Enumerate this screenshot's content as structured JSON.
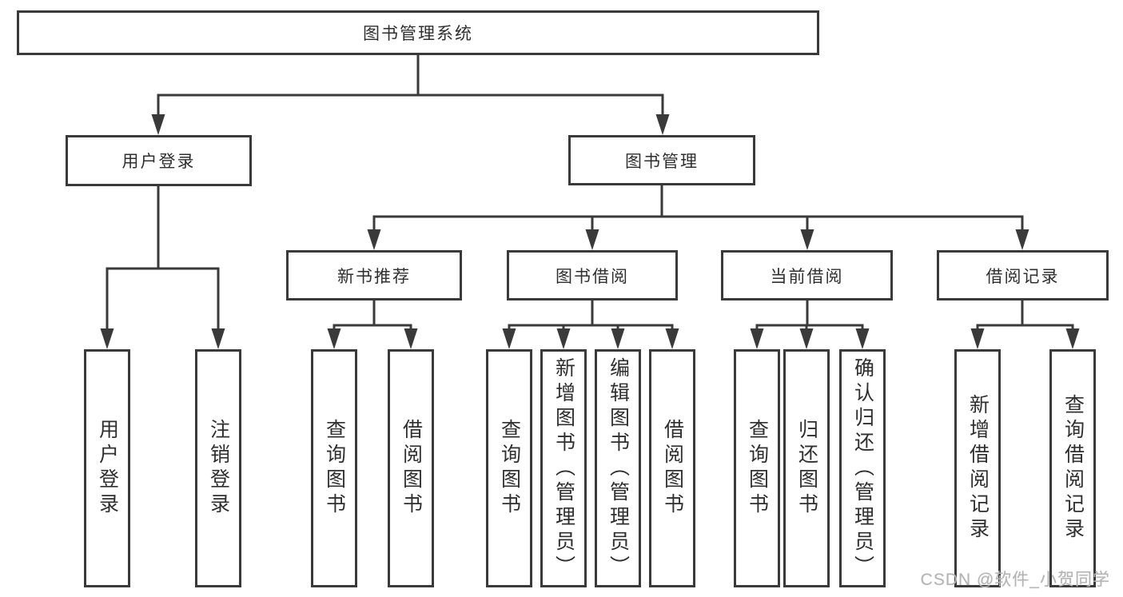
{
  "tree": {
    "root": {
      "label": "图书管理系统"
    },
    "level2": [
      {
        "label": "用户登录"
      },
      {
        "label": "图书管理"
      }
    ],
    "level3": [
      {
        "label": "新书推荐",
        "parent": "图书管理"
      },
      {
        "label": "图书借阅",
        "parent": "图书管理"
      },
      {
        "label": "当前借阅",
        "parent": "图书管理"
      },
      {
        "label": "借阅记录",
        "parent": "图书管理"
      }
    ],
    "leaves": [
      {
        "label": "用户登录",
        "parent": "用户登录"
      },
      {
        "label": "注销登录",
        "parent": "用户登录"
      },
      {
        "label": "查询图书",
        "parent": "新书推荐"
      },
      {
        "label": "借阅图书",
        "parent": "新书推荐"
      },
      {
        "label": "查询图书",
        "parent": "图书借阅"
      },
      {
        "label": "新增图书（管理员）",
        "parent": "图书借阅"
      },
      {
        "label": "编辑图书（管理员）",
        "parent": "图书借阅"
      },
      {
        "label": "借阅图书",
        "parent": "图书借阅"
      },
      {
        "label": "查询图书",
        "parent": "当前借阅"
      },
      {
        "label": "归还图书",
        "parent": "当前借阅"
      },
      {
        "label": "确认归还（管理员）",
        "parent": "当前借阅"
      },
      {
        "label": "新增借阅记录",
        "parent": "借阅记录"
      },
      {
        "label": "查询借阅记录",
        "parent": "借阅记录"
      }
    ]
  },
  "watermark": "CSDN @软件_小贺同学",
  "colors": {
    "line": "#3a3a3a",
    "text": "#2f2f2f",
    "background": "#ffffff",
    "watermark": "#b5b5b5"
  }
}
